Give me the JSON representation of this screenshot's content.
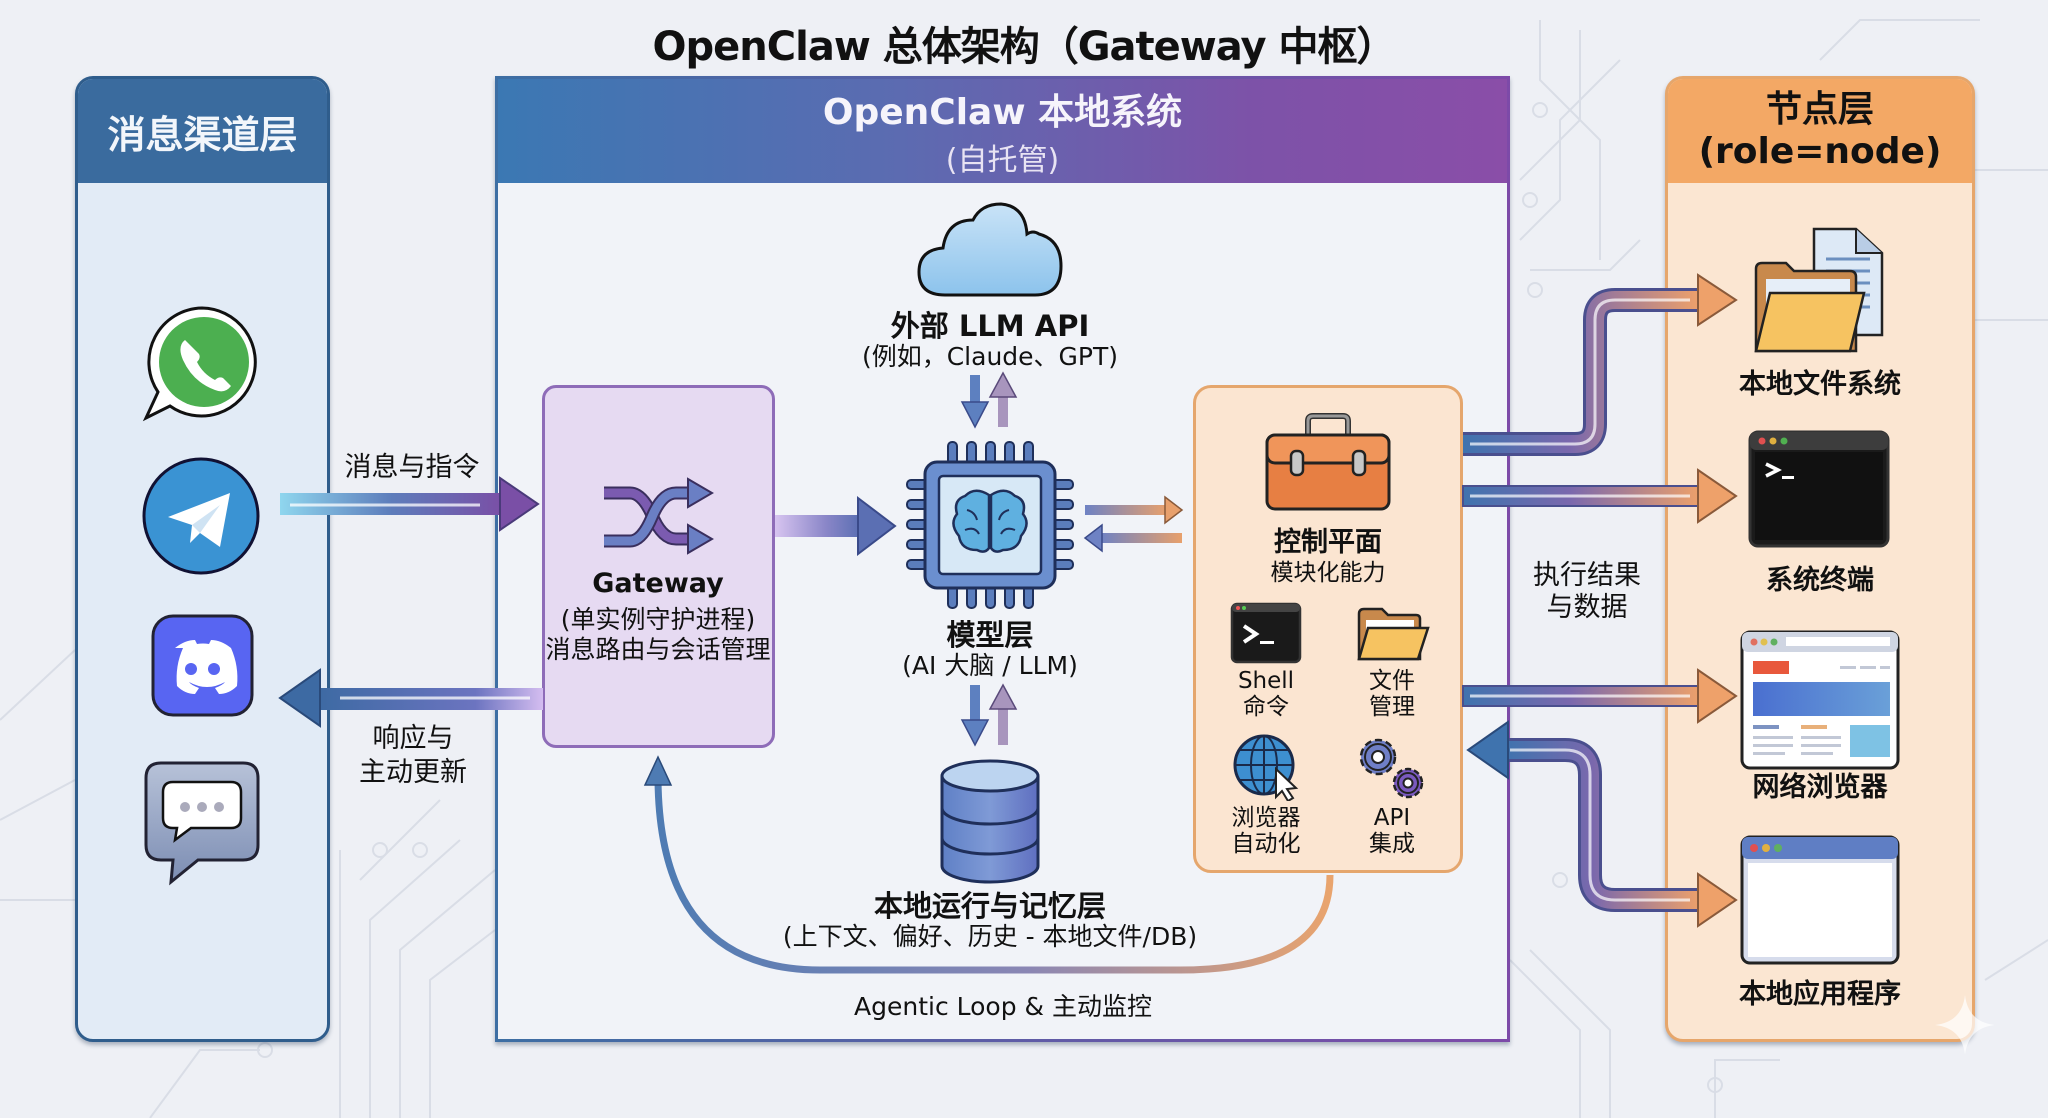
{
  "title": "OpenClaw 总体架构（Gateway 中枢）",
  "channels_panel": {
    "title": "消息渠道层",
    "channels": [
      {
        "name": "WhatsApp",
        "icon": "whatsapp-icon",
        "color": "#4caf50"
      },
      {
        "name": "Telegram",
        "icon": "telegram-icon",
        "color": "#3a93d3"
      },
      {
        "name": "Discord",
        "icon": "discord-icon",
        "color": "#5865f2"
      },
      {
        "name": "Chat",
        "icon": "chat-bubble-icon",
        "color": "#8b9ab8"
      }
    ]
  },
  "flows": {
    "inbound_label": "消息与指令",
    "outbound_label_line1": "响应与",
    "outbound_label_line2": "主动更新",
    "exec_label_line1": "执行结果",
    "exec_label_line2": "与数据",
    "loop_label": "Agentic Loop & 主动监控"
  },
  "local_system": {
    "title": "OpenClaw 本地系统",
    "subtitle": "(自托管)",
    "gateway": {
      "title": "Gateway",
      "line1": "(单实例守护进程)",
      "line2": "消息路由与会话管理",
      "icon": "shuffle-icon"
    },
    "llm_api": {
      "title": "外部 LLM API",
      "subtitle": "(例如，Claude、GPT)",
      "icon": "cloud-icon"
    },
    "model": {
      "title": "模型层",
      "subtitle": "(AI 大脑 / LLM)",
      "icon": "brain-chip-icon"
    },
    "memory": {
      "title": "本地运行与记忆层",
      "subtitle": "(上下文、偏好、历史 - 本地文件/DB)",
      "icon": "database-icon"
    },
    "control_plane": {
      "title": "控制平面",
      "subtitle": "模块化能力",
      "icon": "toolbox-icon",
      "capabilities": [
        {
          "line1": "Shell",
          "line2": "命令",
          "icon": "terminal-icon"
        },
        {
          "line1": "文件",
          "line2": "管理",
          "icon": "folder-icon"
        },
        {
          "line1": "浏览器",
          "line2": "自动化",
          "icon": "globe-cursor-icon"
        },
        {
          "line1": "API",
          "line2": "集成",
          "icon": "gears-icon"
        }
      ]
    }
  },
  "node_panel": {
    "title": "节点层",
    "subtitle": "(role=node)",
    "nodes": [
      {
        "label": "本地文件系统",
        "icon": "folder-files-icon"
      },
      {
        "label": "系统终端",
        "icon": "terminal-window-icon"
      },
      {
        "label": "网络浏览器",
        "icon": "browser-window-icon"
      },
      {
        "label": "本地应用程序",
        "icon": "app-window-icon"
      }
    ]
  },
  "colors": {
    "channel_blue": "#3a6b9e",
    "system_purple": "#7d52a8",
    "node_orange": "#f3a865",
    "gateway_fill": "#e6daf2",
    "control_fill": "#fbe5d1"
  }
}
